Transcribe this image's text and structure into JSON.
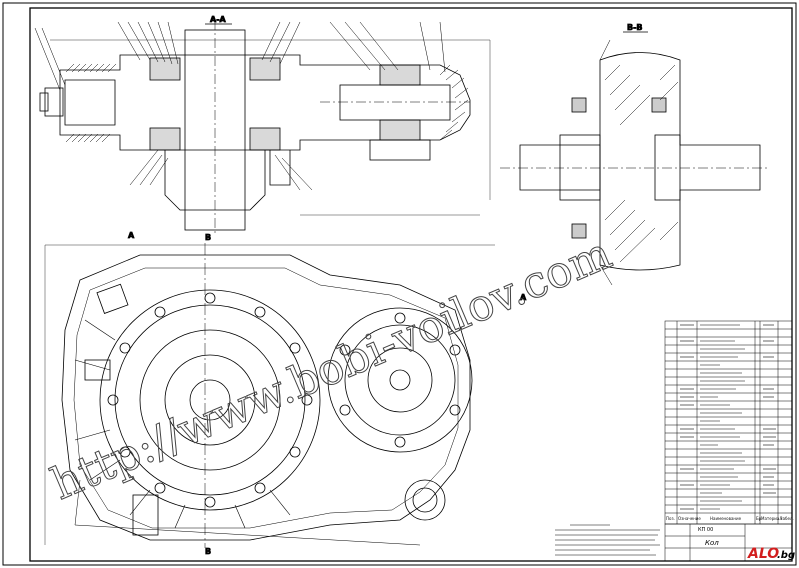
{
  "sections": {
    "section_aa": "A-A",
    "section_bb": "B-B",
    "cut_b_top": "B",
    "cut_b_bottom": "B",
    "cut_a_left": "A",
    "cut_a_right": "A"
  },
  "bom": {
    "header_no": "Поз.",
    "header_designation": "Означение",
    "header_name": "Наименование",
    "header_qty": "Бр.",
    "header_material": "Материал",
    "header_note": "Забел."
  },
  "title_block": {
    "name": "Кол",
    "doc_no": "КП 00"
  },
  "watermark": {
    "text": "http://www.bobi-voilov.com"
  },
  "logo": {
    "brand": "ALO",
    "suffix": ".bg",
    "color": "#d21e1e"
  }
}
